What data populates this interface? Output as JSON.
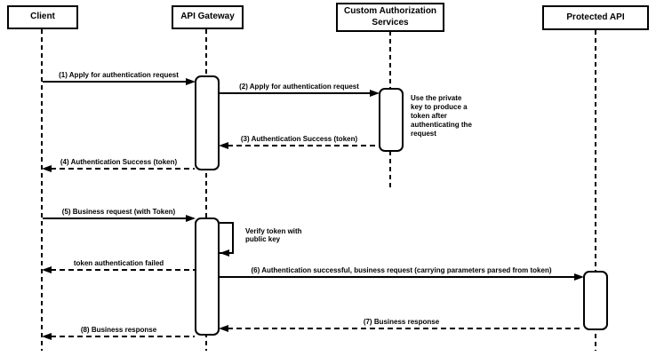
{
  "diagram": {
    "type": "sequence-diagram",
    "colors": {
      "background": "#ffffff",
      "line": "#000000",
      "text": "#000000",
      "fill": "#ffffff"
    },
    "actors": [
      {
        "id": "client",
        "label": "Client"
      },
      {
        "id": "api-gateway",
        "label": "API Gateway"
      },
      {
        "id": "custom-authorization-services",
        "label": "Custom Authorization Services"
      },
      {
        "id": "protected-api",
        "label": "Protected API"
      }
    ],
    "messages": [
      {
        "seq": "1",
        "label": "(1) Apply for authentication request",
        "from": "Client",
        "to": "API Gateway",
        "line": "solid"
      },
      {
        "seq": "2",
        "label": "(2) Apply for authentication request",
        "from": "API Gateway",
        "to": "Custom Authorization Services",
        "line": "solid"
      },
      {
        "seq": "3",
        "label": "(3) Authentication Success (token)",
        "from": "Custom Authorization Services",
        "to": "API Gateway",
        "line": "dashed"
      },
      {
        "seq": "4",
        "label": "(4) Authentication Success (token)",
        "from": "API Gateway",
        "to": "Client",
        "line": "dashed"
      },
      {
        "seq": "5",
        "label": "(5) Business request (with Token)",
        "from": "Client",
        "to": "API Gateway",
        "line": "solid"
      },
      {
        "seq": "",
        "label": "token authentication failed",
        "from": "API Gateway",
        "to": "Client",
        "line": "dashed"
      },
      {
        "seq": "6",
        "label": "(6) Authentication successful, business request (carrying parameters parsed from token)",
        "from": "API Gateway",
        "to": "Protected API",
        "line": "solid"
      },
      {
        "seq": "7",
        "label": "(7) Business response",
        "from": "Protected API",
        "to": "API Gateway",
        "line": "dashed"
      },
      {
        "seq": "8",
        "label": "(8) Business response",
        "from": "API Gateway",
        "to": "Client",
        "line": "dashed"
      }
    ],
    "self_message": {
      "actor": "API Gateway",
      "label": "Verify token with public key"
    },
    "notes": [
      {
        "attached_to": "Custom Authorization Services",
        "text": "Use the private key to produce a token after authenticating the request"
      }
    ]
  }
}
